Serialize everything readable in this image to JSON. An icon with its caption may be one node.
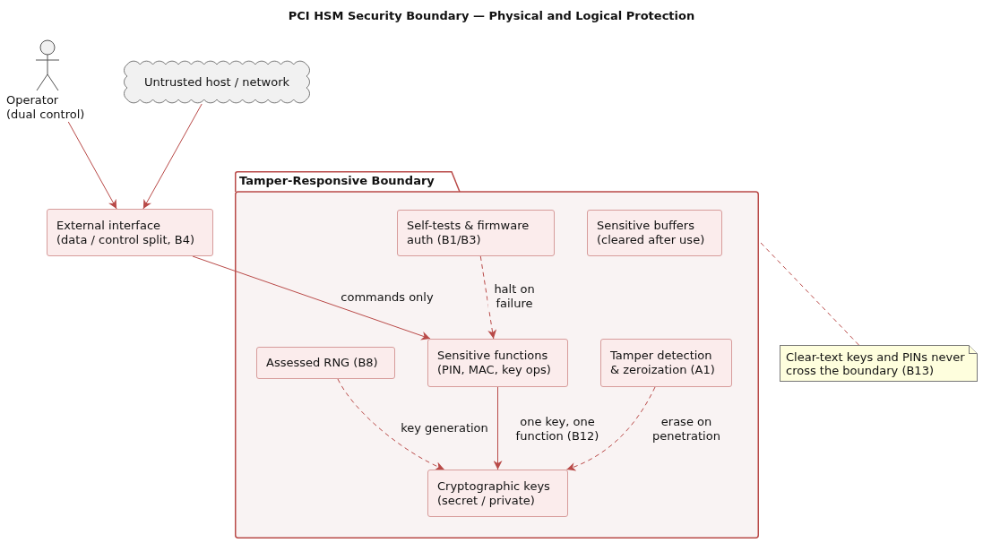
{
  "diagram": {
    "title": "PCI HSM Security Boundary — Physical and Logical Protection",
    "nodes": [
      {
        "text": [
          "Operator (dual control)"
        ]
      },
      {
        "text": [
          "Untrusted host / network"
        ]
      },
      {
        "text": [
          "External interface (data / control split, B4)"
        ]
      },
      {
        "text": [
          "Tamper-Responsive Boundary"
        ]
      },
      {
        "text": [
          "Self-tests & firmware auth (B1/B3)"
        ],
        "in": 3
      },
      {
        "text": [
          "Sensitive buffers (cleared after use)"
        ],
        "in": 3
      },
      {
        "text": [
          "Assessed RNG (B8)"
        ],
        "in": 3
      },
      {
        "text": [
          "Sensitive functions (PIN, MAC, key ops)"
        ],
        "in": 3
      },
      {
        "text": [
          "Tamper detection & zeroization (A1)"
        ],
        "in": 3
      },
      {
        "text": [
          "Cryptographic keys (secret / private)"
        ],
        "in": 3
      },
      {
        "text": [
          "Clear-text keys and PINs never cross the boundary (B13)"
        ]
      }
    ],
    "edges": [
      {
        "from": 0,
        "to": 2,
        "arrow": "to"
      },
      {
        "from": 1,
        "to": 2,
        "arrow": "to"
      },
      {
        "from": 2,
        "to": 7,
        "arrow": "to",
        "label": "commands only"
      },
      {
        "from": 4,
        "to": 7,
        "arrow": "to",
        "label": "halt on failure",
        "style": "dashed"
      },
      {
        "from": 6,
        "to": 9,
        "arrow": "to",
        "label": "key generation",
        "style": "dashed"
      },
      {
        "from": 7,
        "to": 9,
        "arrow": "to",
        "label": "one key, one function (B12)"
      },
      {
        "from": 8,
        "to": 9,
        "arrow": "to",
        "label": "erase on penetration",
        "style": "dashed"
      },
      {
        "from": 10,
        "to": 3,
        "arrow": "none",
        "style": "dashed"
      }
    ]
  }
}
